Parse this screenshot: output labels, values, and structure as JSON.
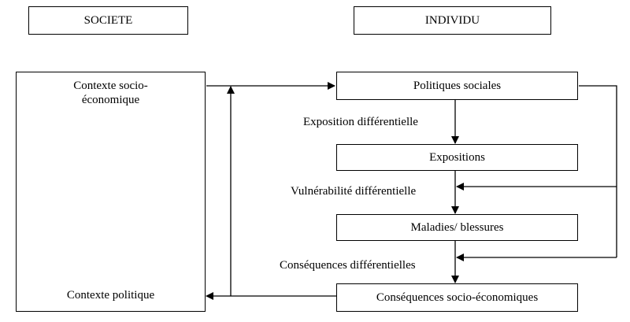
{
  "headers": {
    "societe": "SOCIETE",
    "individu": "INDIVIDU"
  },
  "left_panel": {
    "contexte_socio_line1": "Contexte socio-",
    "contexte_socio_line2": "économique",
    "contexte_politique": "Contexte politique"
  },
  "boxes": {
    "politiques_sociales": "Politiques sociales",
    "expositions": "Expositions",
    "maladies": "Maladies/ blessures",
    "consequences_socio": "Conséquences socio-économiques"
  },
  "labels": {
    "exposition_diff": "Exposition différentielle",
    "vulnerabilite_diff": "Vulnérabilité différentielle",
    "consequences_diff": "Conséquences différentielles"
  }
}
